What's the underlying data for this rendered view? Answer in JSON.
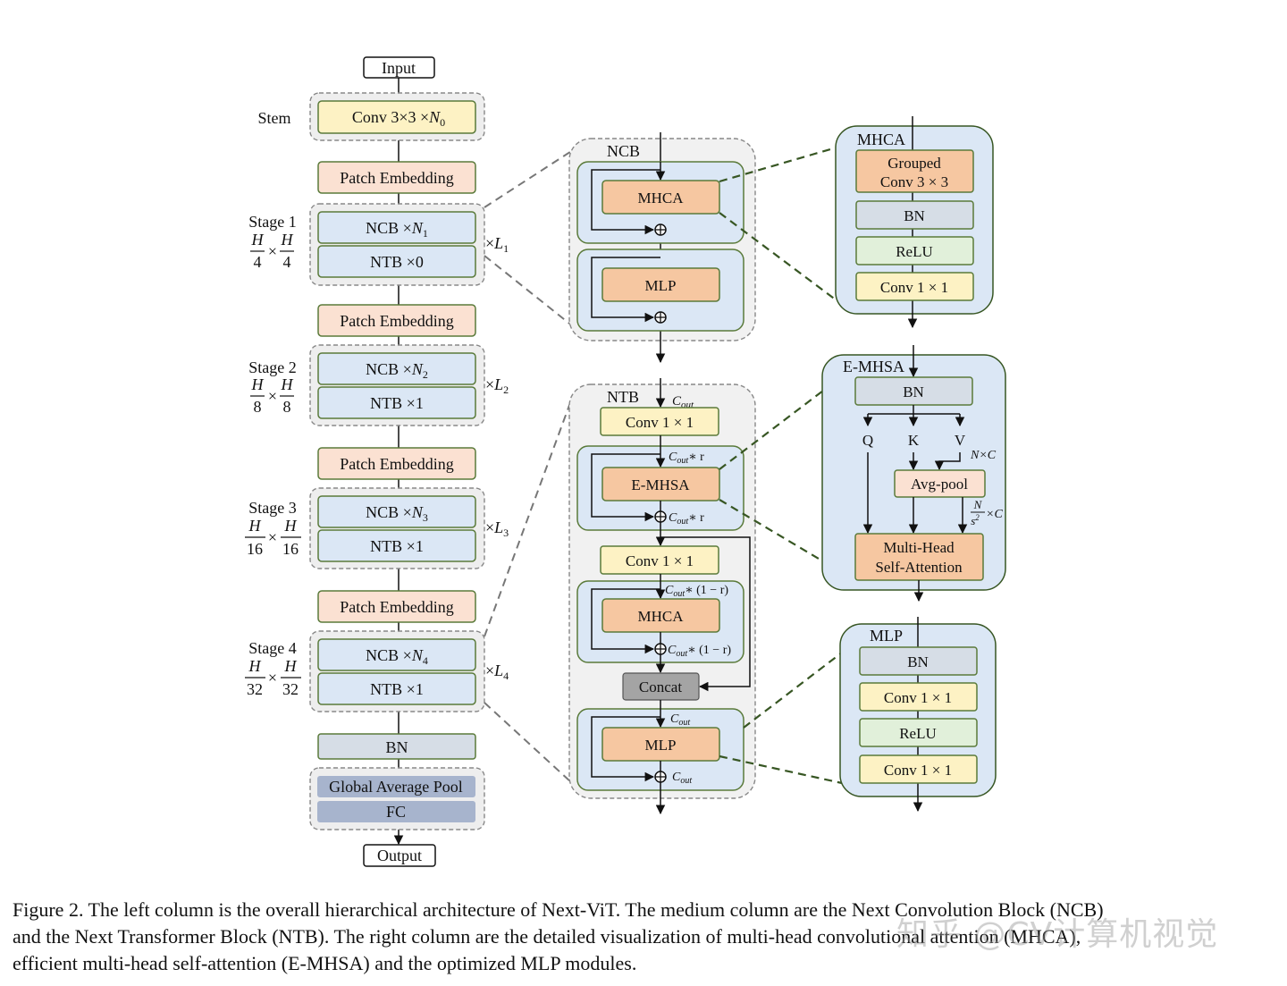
{
  "colors": {
    "yellow": "#fdf2c4",
    "orange": "#f6c7a1",
    "peach": "#fbe1d2",
    "light_blue": "#dbe7f5",
    "gray_block": "#d6dde6",
    "green": "#e1f0da",
    "dark_gray": "#a4a4a4",
    "pool_blue": "#a7b4cd",
    "module_bg": "#f1f1f1",
    "edge_green": "#375623"
  },
  "left": {
    "input": "Input",
    "stem": {
      "label": "Stem",
      "conv": "Conv 3×3 ×",
      "conv_sym": "N",
      "conv_sub": "0"
    },
    "patch_embedding": "Patch Embedding",
    "stages": [
      {
        "name": "Stage 1",
        "num": "H",
        "den": "4",
        "ncb": "NCB ×",
        "ncb_sym": "N",
        "ncb_sub": "1",
        "ntb": "NTB ×0",
        "rep": "×",
        "rep_sym": "L",
        "rep_sub": "1"
      },
      {
        "name": "Stage 2",
        "num": "H",
        "den": "8",
        "ncb": "NCB ×",
        "ncb_sym": "N",
        "ncb_sub": "2",
        "ntb": "NTB ×1",
        "rep": "×",
        "rep_sym": "L",
        "rep_sub": "2"
      },
      {
        "name": "Stage 3",
        "num": "H",
        "den": "16",
        "ncb": "NCB ×",
        "ncb_sym": "N",
        "ncb_sub": "3",
        "ntb": "NTB ×1",
        "rep": "×",
        "rep_sym": "L",
        "rep_sub": "3"
      },
      {
        "name": "Stage 4",
        "num": "H",
        "den": "32",
        "ncb": "NCB ×",
        "ncb_sym": "N",
        "ncb_sub": "4",
        "ntb": "NTB ×1",
        "rep": "×",
        "rep_sym": "L",
        "rep_sub": "4"
      }
    ],
    "times": "×",
    "bn": "BN",
    "gap": "Global Average Pool",
    "fc": "FC",
    "output": "Output"
  },
  "ncb": {
    "title": "NCB",
    "mhca": "MHCA",
    "mlp": "MLP"
  },
  "ntb": {
    "title": "NTB",
    "cout": "C",
    "cout_sub": "out",
    "conv1": "Conv 1 × 1",
    "emhsa": "E-MHSA",
    "conv2": "Conv 1 × 1",
    "mhca": "MHCA",
    "concat": "Concat",
    "mlp": "MLP",
    "ann_r": "∗ r",
    "ann_1r": "∗ (1 − r)"
  },
  "mhca_detail": {
    "title": "MHCA",
    "grouped1": "Grouped",
    "grouped2": "Conv 3 × 3",
    "bn": "BN",
    "relu": "ReLU",
    "conv": "Conv 1 × 1"
  },
  "emhsa_detail": {
    "title": "E-MHSA",
    "bn": "BN",
    "q": "Q",
    "k": "K",
    "v": "V",
    "nc": "N×C",
    "avgpool": "Avg-pool",
    "frac_num": "N",
    "frac_den": "s",
    "frac_exp": "2",
    "frac_tail": "×C",
    "mhsa1": "Multi-Head",
    "mhsa2": "Self-Attention"
  },
  "mlp_detail": {
    "title": "MLP",
    "bn": "BN",
    "conv1": "Conv 1 × 1",
    "relu": "ReLU",
    "conv2": "Conv 1 × 1"
  },
  "caption": [
    "Figure 2. The left column is the overall hierarchical architecture of Next-ViT. The medium column are the Next Convolution Block (NCB)",
    "and the Next Transformer Block (NTB). The right column are the detailed visualization of multi-head convolutional attention (MHCA),",
    "efficient multi-head self-attention (E-MHSA) and the optimized MLP modules."
  ],
  "watermark": "知乎 @CV计算机视觉"
}
